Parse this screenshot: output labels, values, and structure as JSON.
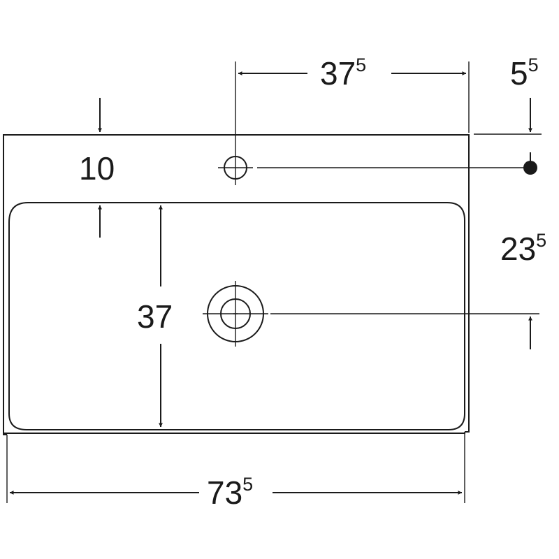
{
  "drawing": {
    "dimensions": {
      "tap_hole_offset": {
        "main": "37",
        "sup": "5"
      },
      "tap_hole_edge_distance": {
        "main": "5",
        "sup": "5"
      },
      "rim_width": {
        "main": "10",
        "sup": ""
      },
      "bowl_depth": {
        "main": "37",
        "sup": ""
      },
      "drain_offset": {
        "main": "23",
        "sup": "5"
      },
      "overall_width": {
        "main": "73",
        "sup": "5"
      }
    },
    "line_color": "#1a1a1a"
  }
}
